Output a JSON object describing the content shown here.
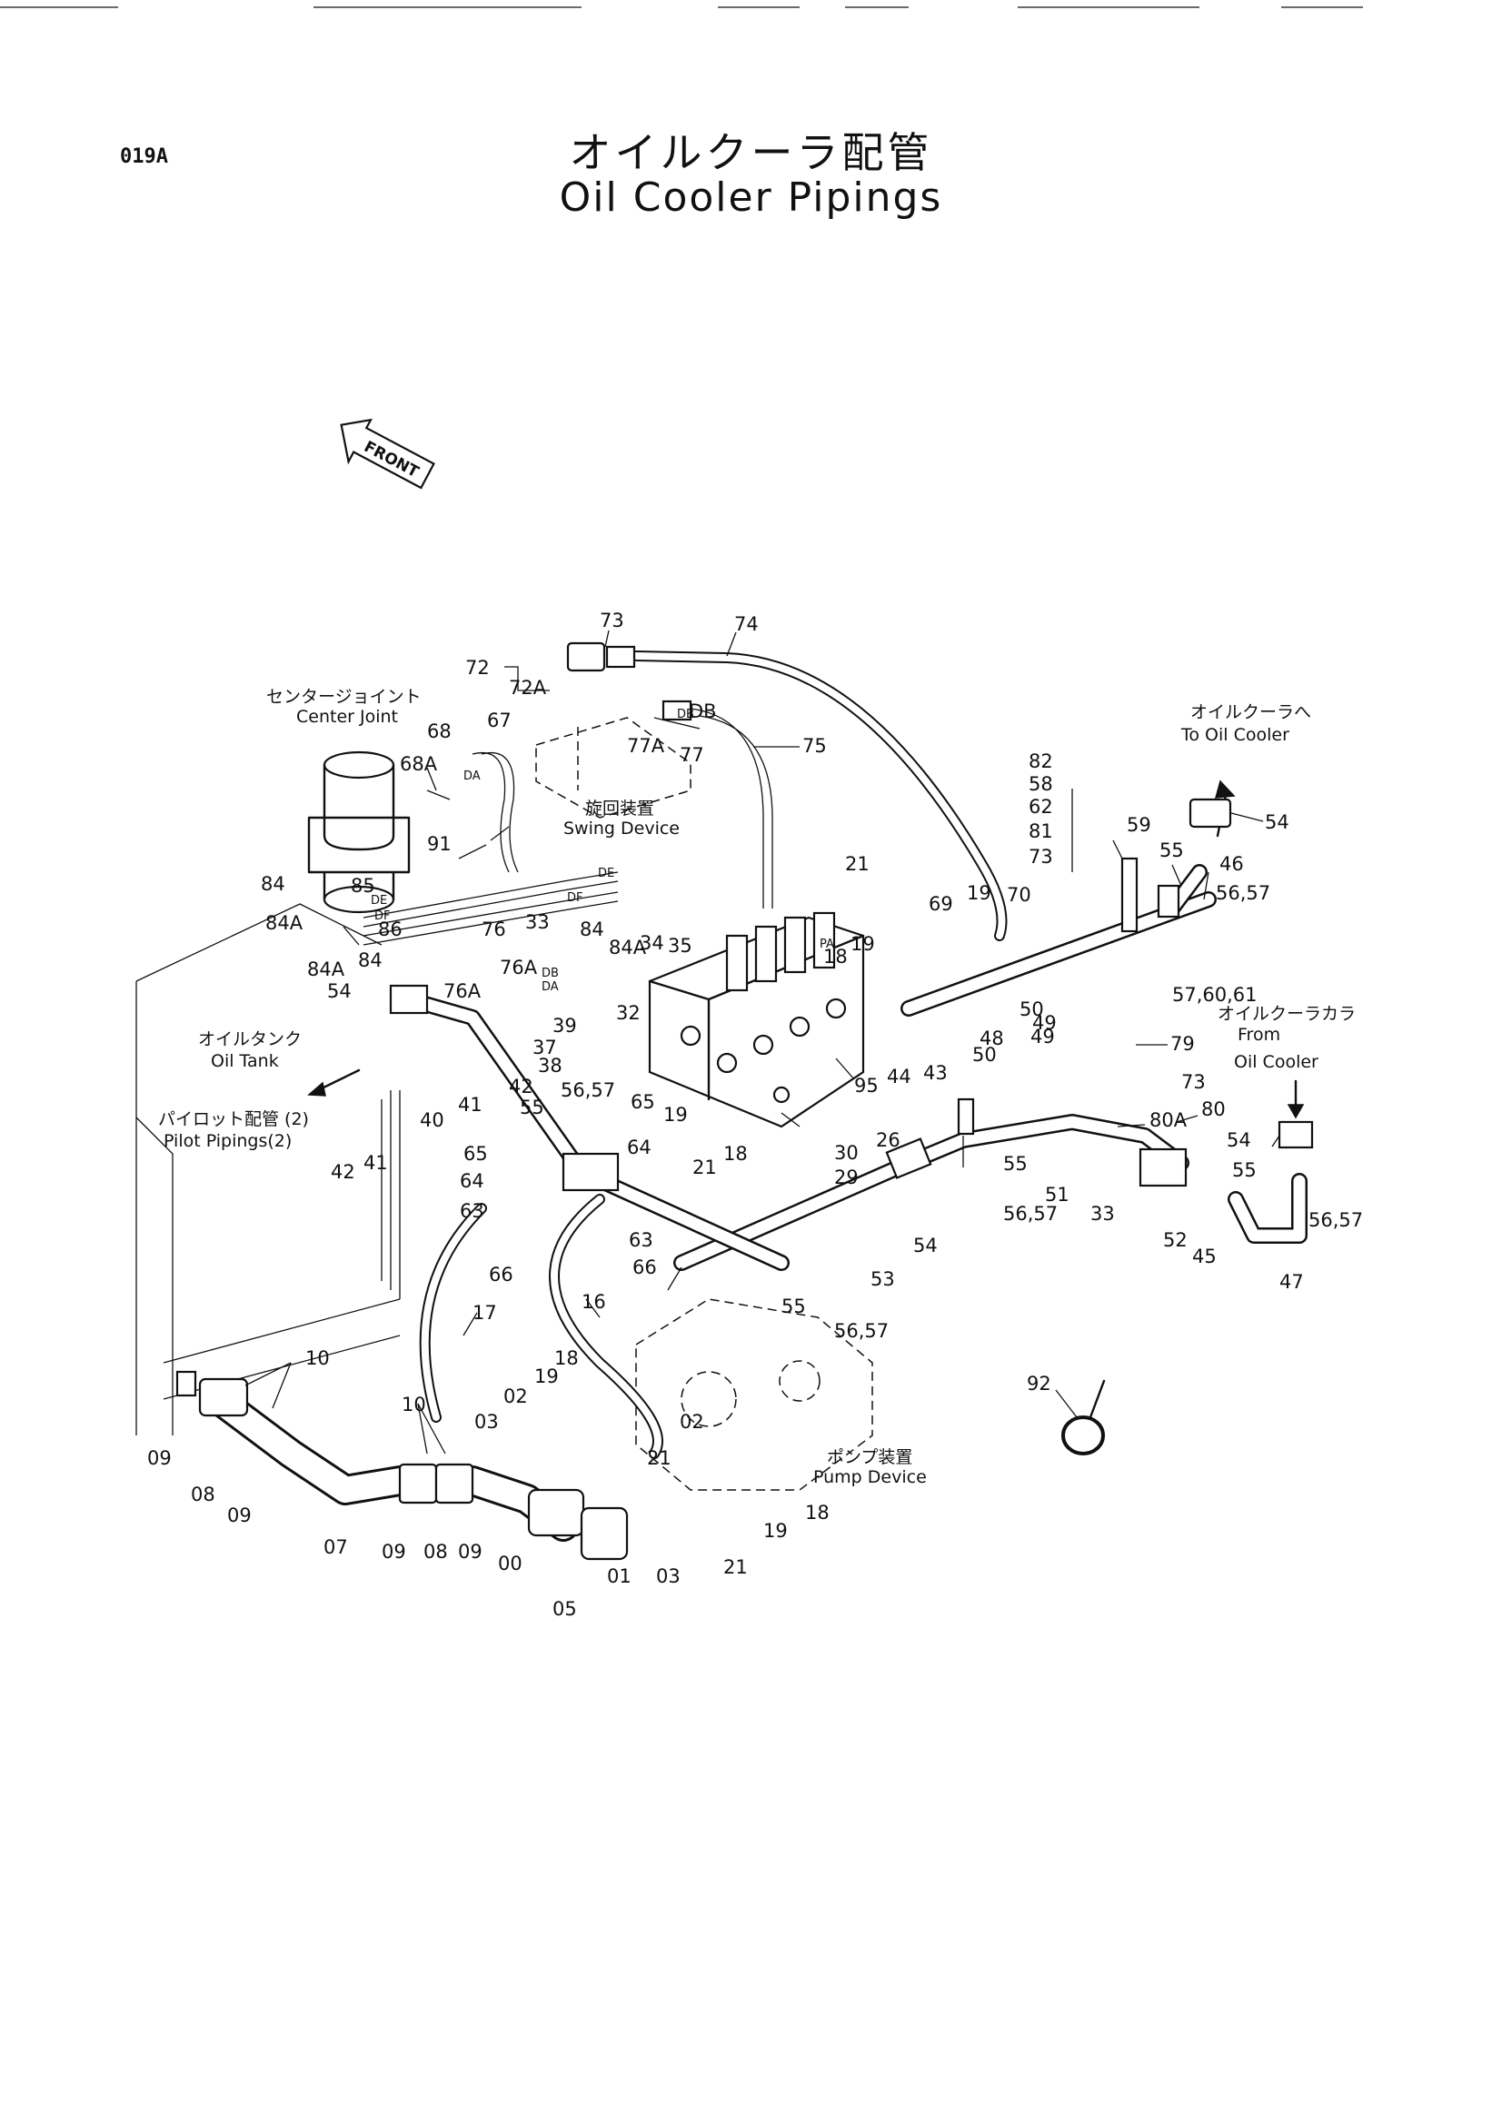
{
  "header": {
    "page_code": "019A",
    "title_jp": "オイルクーラ配管",
    "title_en": "Oil Cooler Pipings"
  },
  "front_arrow": {
    "label": "FRONT"
  },
  "captions": {
    "center_joint_jp": "センタージョイント",
    "center_joint_en": "Center Joint",
    "swing_device_jp": "旋回装置",
    "swing_device_en": "Swing Device",
    "to_oil_cooler_jp": "オイルクーラへ",
    "to_oil_cooler_en": "To Oil Cooler",
    "from_oil_cooler_jp": "オイルクーラカラ",
    "from_oil_cooler_en1": "From",
    "from_oil_cooler_en2": "Oil Cooler",
    "oil_tank_jp": "オイルタンク",
    "oil_tank_en": "Oil Tank",
    "pilot_pipings_jp": "パイロット配管 (2)",
    "pilot_pipings_en": "Pilot Pipings(2)",
    "pump_device_jp": "ポンプ装置",
    "pump_device_en": "Pump Device"
  },
  "port_tags": {
    "da": "DA",
    "db": "DB",
    "de": "DE",
    "df": "DF",
    "pa": "PA"
  },
  "part_labels": [
    "73",
    "74",
    "72",
    "72A",
    "77A",
    "77",
    "DB",
    "75",
    "67",
    "68",
    "68A",
    "91",
    "84",
    "84A",
    "85",
    "86",
    "84A",
    "84",
    "76",
    "76A",
    "76A",
    "33",
    "84",
    "84A",
    "34",
    "35",
    "32",
    "39",
    "37",
    "38",
    "42",
    "54",
    "40",
    "41",
    "42",
    "41",
    "56,57",
    "65",
    "55",
    "65",
    "64",
    "63",
    "66",
    "63",
    "66",
    "64",
    "19",
    "21",
    "18",
    "30",
    "29",
    "26",
    "95",
    "44",
    "43",
    "49",
    "50",
    "48",
    "50",
    "49",
    "69",
    "19",
    "70",
    "21",
    "19",
    "18",
    "82",
    "58",
    "62",
    "81",
    "73",
    "59",
    "55",
    "46",
    "54",
    "56,57",
    "57,60,61",
    "79",
    "73",
    "80A",
    "80",
    "54",
    "55",
    "56,57",
    "47",
    "45",
    "52",
    "33",
    "51",
    "55",
    "56,57",
    "54",
    "53",
    "55",
    "56,57",
    "17",
    "16",
    "10",
    "10",
    "09",
    "08",
    "09",
    "07",
    "09",
    "08",
    "09",
    "00",
    "03",
    "02",
    "19",
    "18",
    "02",
    "21",
    "01",
    "03",
    "05",
    "19",
    "18",
    "21",
    "92"
  ]
}
